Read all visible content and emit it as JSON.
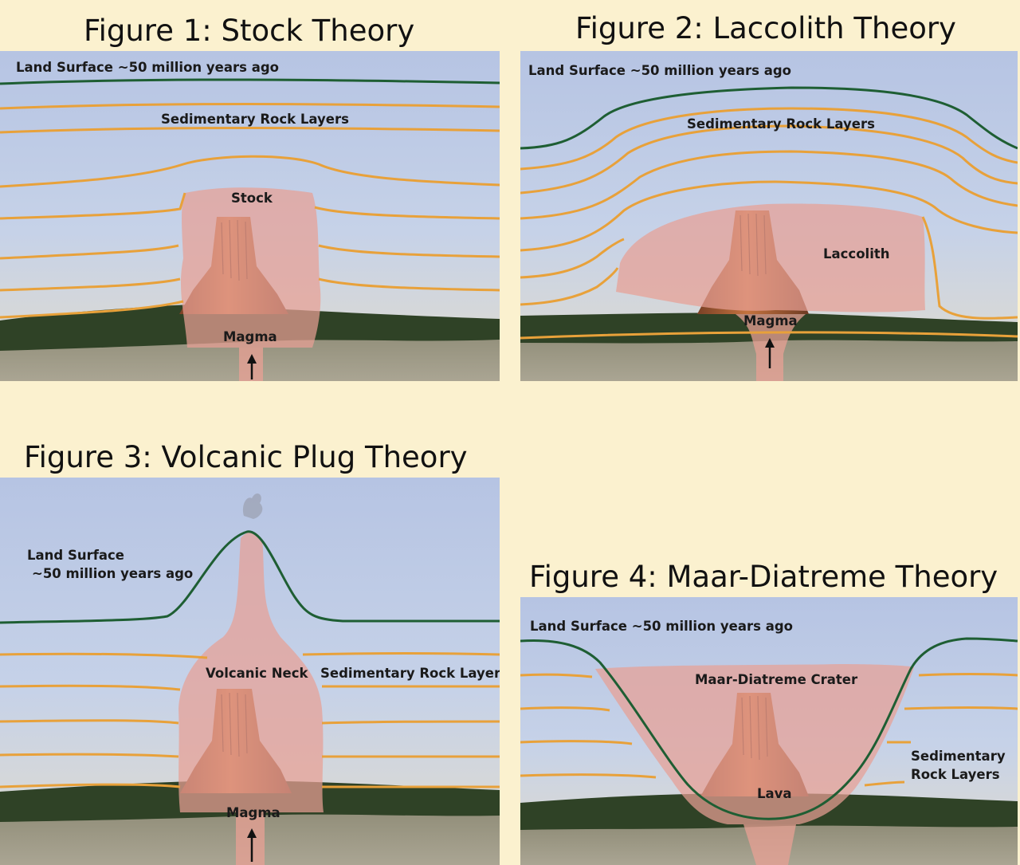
{
  "figures": [
    {
      "title": "Figure 1: Stock Theory",
      "labels": {
        "land": "Land Surface ~50 million years ago",
        "sedimentary": "Sedimentary Rock Layers",
        "body": "Stock",
        "magma": "Magma"
      }
    },
    {
      "title": "Figure 2: Laccolith Theory",
      "labels": {
        "land": "Land Surface ~50 million years ago",
        "sedimentary": "Sedimentary Rock Layers",
        "body": "Laccolith",
        "magma": "Magma"
      }
    },
    {
      "title": "Figure 3: Volcanic Plug Theory",
      "labels": {
        "land_line1": "Land Surface",
        "land_line2": "~50 million years ago",
        "body": "Volcanic Neck",
        "sedimentary": "Sedimentary Rock Layers",
        "magma": "Magma"
      }
    },
    {
      "title": "Figure 4: Maar-Diatreme Theory",
      "labels": {
        "land": "Land Surface ~50 million years ago",
        "body": "Maar-Diatreme Crater",
        "sedimentary_line1": "Sedimentary",
        "sedimentary_line2": "Rock Layers",
        "lava": "Lava"
      }
    }
  ],
  "colors": {
    "background": "#fbf1cf",
    "sky": "#c3cde6",
    "rock_layer": "#e8a13a",
    "land_surface": "#1e5e33",
    "intrusion": "#e8a094",
    "tower": "#b8683a",
    "forest": "#2f4226",
    "grass": "#9a9684"
  }
}
